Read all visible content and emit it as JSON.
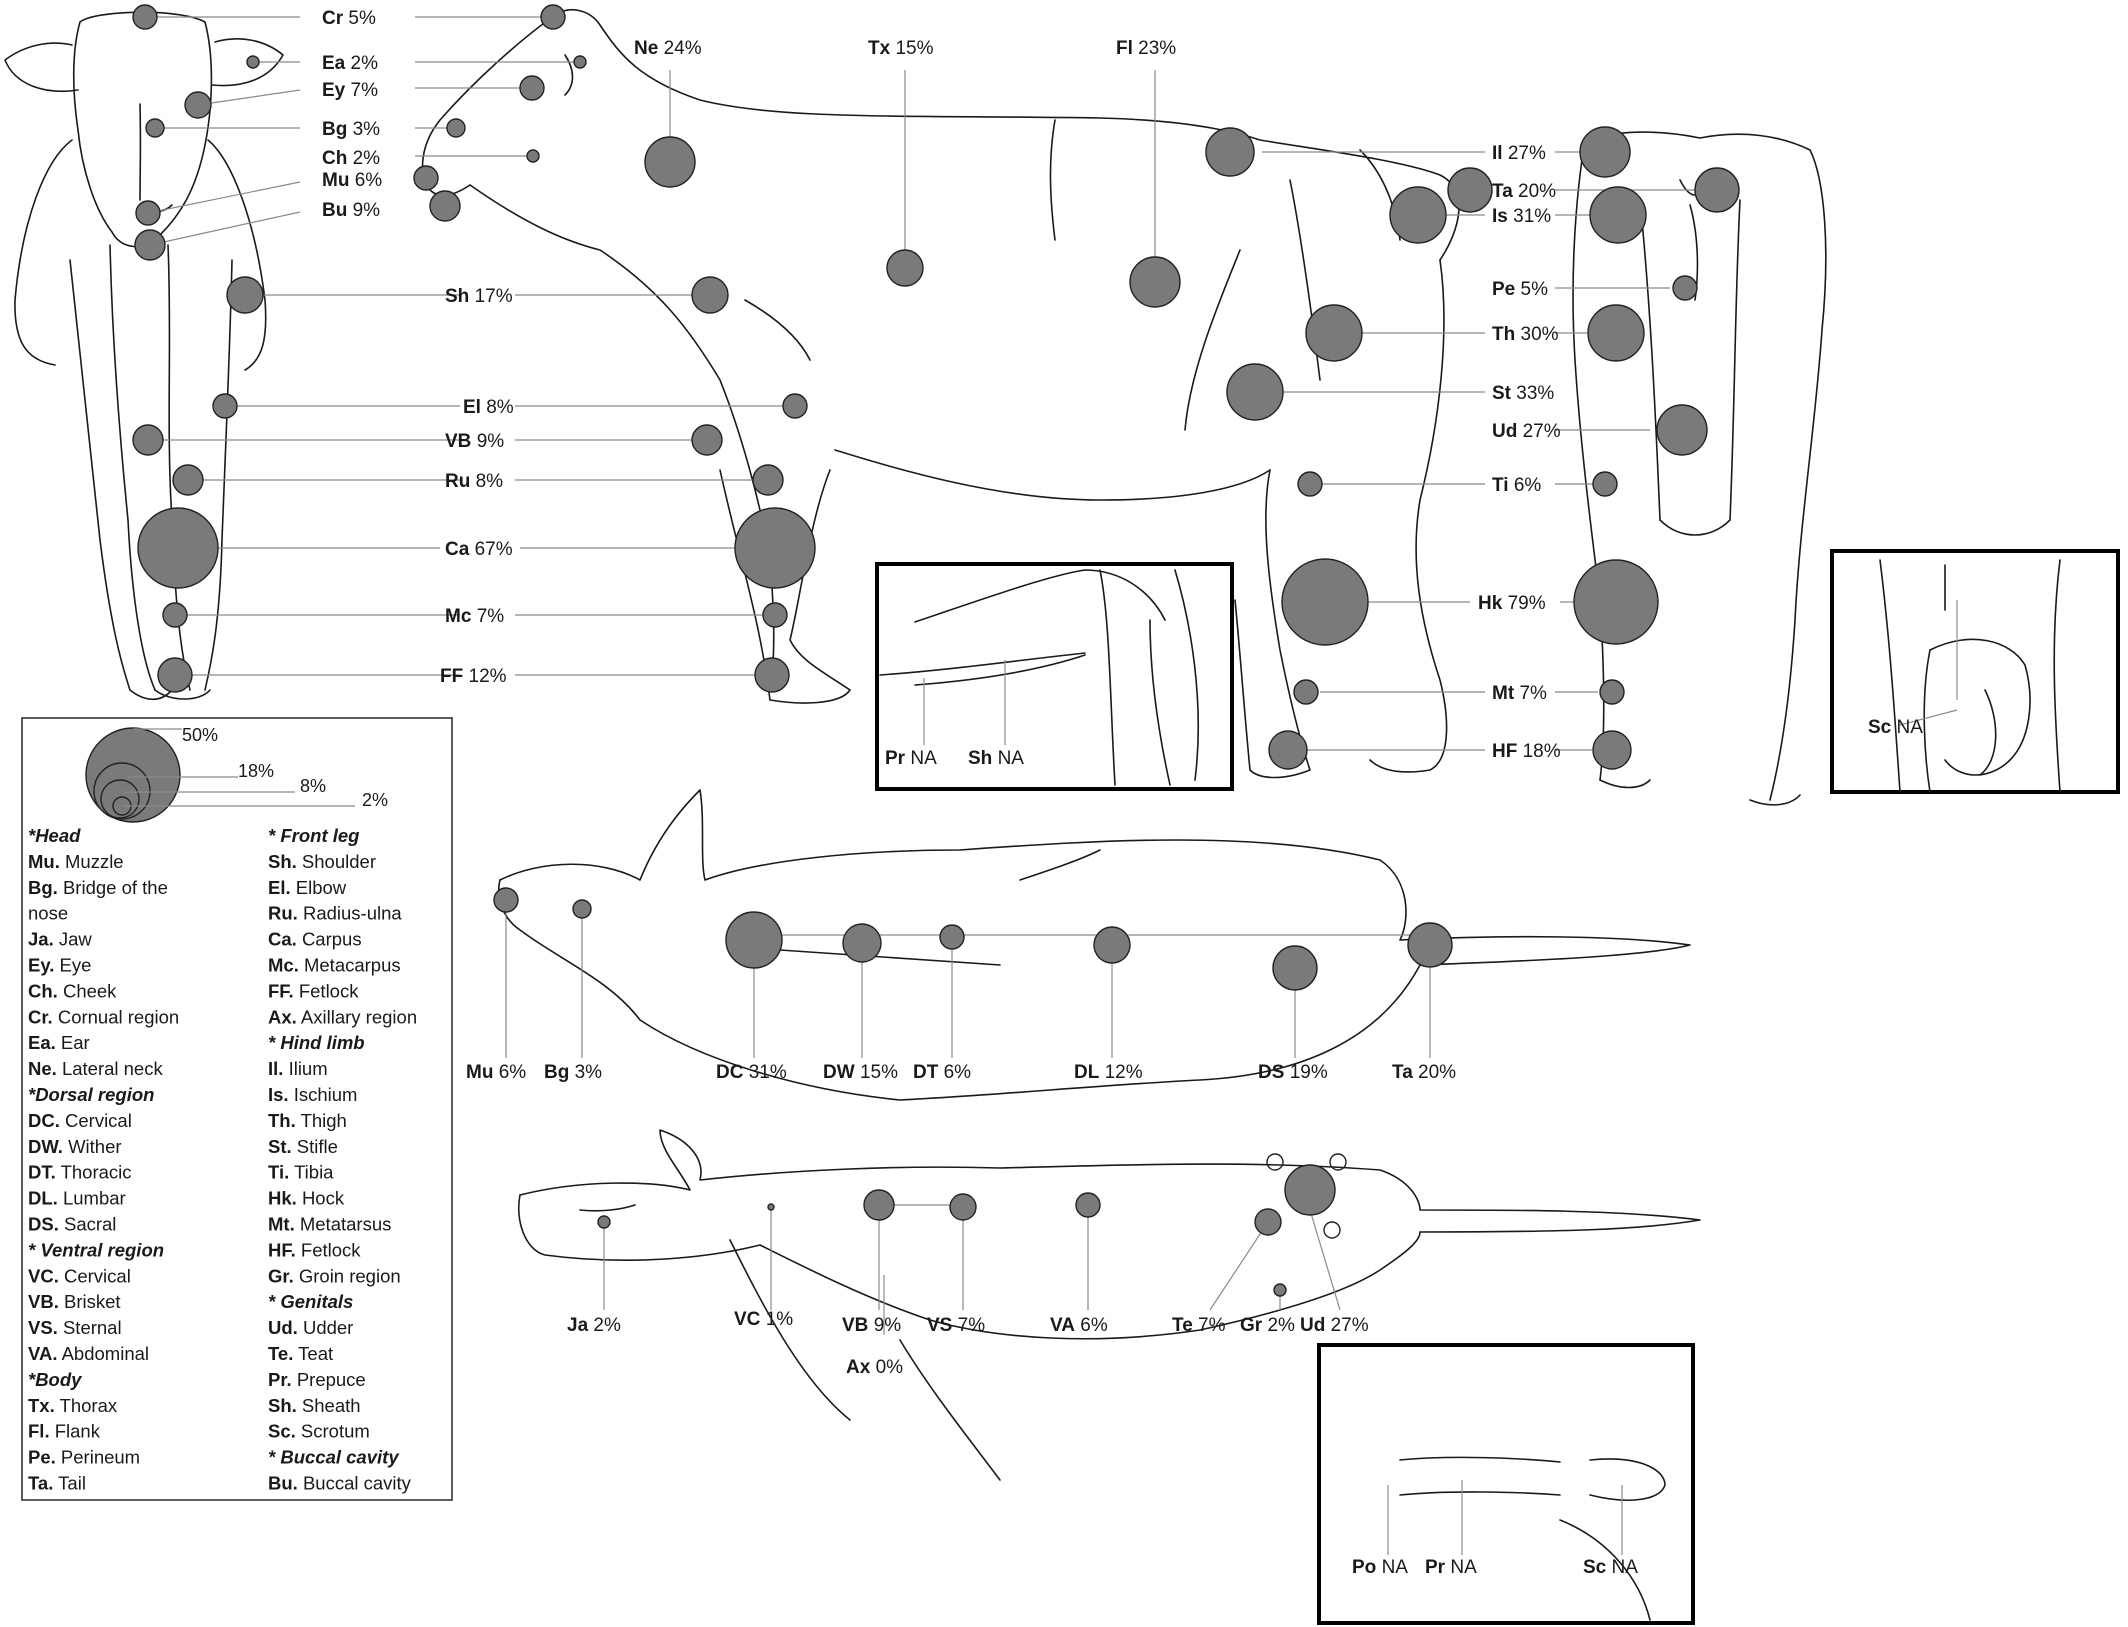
{
  "colors": {
    "site_fill": "#7a7a7a",
    "outline": "#1a1a1a",
    "leader": "#8a8a8a"
  },
  "labels": {
    "front_Cr": {
      "code": "Cr",
      "value": "5%"
    },
    "front_Ea": {
      "code": "Ea",
      "value": "2%"
    },
    "front_Ey": {
      "code": "Ey",
      "value": "7%"
    },
    "front_Bg": {
      "code": "Bg",
      "value": "3%"
    },
    "front_Ch": {
      "code": "Ch",
      "value": "2%"
    },
    "front_Mu": {
      "code": "Mu",
      "value": "6%"
    },
    "front_Bu": {
      "code": "Bu",
      "value": "9%"
    },
    "side_Ne": {
      "code": "Ne",
      "value": "24%"
    },
    "side_Tx": {
      "code": "Tx",
      "value": "15%"
    },
    "side_Fl": {
      "code": "Fl",
      "value": "23%"
    },
    "side_Sh": {
      "code": "Sh",
      "value": "17%"
    },
    "side_El": {
      "code": "El",
      "value": "8%"
    },
    "side_VB": {
      "code": "VB",
      "value": "9%"
    },
    "side_Ru": {
      "code": "Ru",
      "value": "8%"
    },
    "side_Ca": {
      "code": "Ca",
      "value": "67%"
    },
    "side_Mc": {
      "code": "Mc",
      "value": "7%"
    },
    "side_FF": {
      "code": "FF",
      "value": "12%"
    },
    "rear_Il": {
      "code": "Il",
      "value": "27%"
    },
    "rear_Ta": {
      "code": "Ta",
      "value": "20%"
    },
    "rear_Is": {
      "code": "Is",
      "value": "31%"
    },
    "rear_Pe": {
      "code": "Pe",
      "value": "5%"
    },
    "rear_Th": {
      "code": "Th",
      "value": "30%"
    },
    "rear_St": {
      "code": "St",
      "value": "33%"
    },
    "rear_Ud": {
      "code": "Ud",
      "value": "27%"
    },
    "rear_Ti": {
      "code": "Ti",
      "value": "6%"
    },
    "rear_Hk": {
      "code": "Hk",
      "value": "79%"
    },
    "rear_Mt": {
      "code": "Mt",
      "value": "7%"
    },
    "rear_HF": {
      "code": "HF",
      "value": "18%"
    },
    "inset1_Pr": {
      "code": "Pr",
      "value": "NA"
    },
    "inset1_Sh": {
      "code": "Sh",
      "value": "NA"
    },
    "inset2_Sc": {
      "code": "Sc",
      "value": "NA"
    },
    "dorsal_Mu": {
      "code": "Mu",
      "value": "6%"
    },
    "dorsal_Bg": {
      "code": "Bg",
      "value": "3%"
    },
    "dorsal_DC": {
      "code": "DC",
      "value": "31%"
    },
    "dorsal_DW": {
      "code": "DW",
      "value": "15%"
    },
    "dorsal_DT": {
      "code": "DT",
      "value": "6%"
    },
    "dorsal_DL": {
      "code": "DL",
      "value": "12%"
    },
    "dorsal_DS": {
      "code": "DS",
      "value": "19%"
    },
    "dorsal_Ta": {
      "code": "Ta",
      "value": "20%"
    },
    "ventral_Ja": {
      "code": "Ja",
      "value": "2%"
    },
    "ventral_VC": {
      "code": "VC",
      "value": "1%"
    },
    "ventral_VB": {
      "code": "VB",
      "value": "9%"
    },
    "ventral_Ax": {
      "code": "Ax",
      "value": "0%"
    },
    "ventral_VS": {
      "code": "VS",
      "value": "7%"
    },
    "ventral_VA": {
      "code": "VA",
      "value": "6%"
    },
    "ventral_Te": {
      "code": "Te",
      "value": "7%"
    },
    "ventral_Gr": {
      "code": "Gr",
      "value": "2%"
    },
    "ventral_Ud": {
      "code": "Ud",
      "value": "27%"
    },
    "inset3_Po": {
      "code": "Po",
      "value": "NA"
    },
    "inset3_Pr": {
      "code": "Pr",
      "value": "NA"
    },
    "inset3_Sc": {
      "code": "Sc",
      "value": "NA"
    }
  },
  "legend": {
    "scale": [
      "50%",
      "18%",
      "8%",
      "2%"
    ],
    "col1": [
      {
        "head": "*Head"
      },
      {
        "code": "Mu.",
        "name": "Muzzle"
      },
      {
        "code": "Bg.",
        "name": "Bridge of the"
      },
      {
        "code": "",
        "name": "nose"
      },
      {
        "code": "Ja.",
        "name": "Jaw"
      },
      {
        "code": "Ey.",
        "name": "Eye"
      },
      {
        "code": "Ch.",
        "name": "Cheek"
      },
      {
        "code": "Cr.",
        "name": "Cornual region"
      },
      {
        "code": "Ea.",
        "name": "Ear"
      },
      {
        "code": "Ne.",
        "name": "Lateral neck"
      },
      {
        "head": "*Dorsal region"
      },
      {
        "code": "DC.",
        "name": "Cervical"
      },
      {
        "code": "DW.",
        "name": "Wither"
      },
      {
        "code": "DT.",
        "name": "Thoracic"
      },
      {
        "code": "DL.",
        "name": "Lumbar"
      },
      {
        "code": "DS.",
        "name": "Sacral"
      },
      {
        "head": "* Ventral region"
      },
      {
        "code": "VC.",
        "name": "Cervical"
      },
      {
        "code": "VB.",
        "name": "Brisket"
      },
      {
        "code": "VS.",
        "name": "Sternal"
      },
      {
        "code": "VA.",
        "name": "Abdominal"
      },
      {
        "head": "*Body"
      },
      {
        "code": "Tx.",
        "name": "Thorax"
      },
      {
        "code": "Fl.",
        "name": "Flank"
      },
      {
        "code": "Pe.",
        "name": "Perineum"
      },
      {
        "code": "Ta.",
        "name": "Tail"
      }
    ],
    "col2": [
      {
        "head": "* Front leg"
      },
      {
        "code": "Sh.",
        "name": "Shoulder"
      },
      {
        "code": "El.",
        "name": "Elbow"
      },
      {
        "code": "Ru.",
        "name": "Radius-ulna"
      },
      {
        "code": "Ca.",
        "name": "Carpus"
      },
      {
        "code": "Mc.",
        "name": "Metacarpus"
      },
      {
        "code": "FF.",
        "name": "Fetlock"
      },
      {
        "code": "Ax.",
        "name": "Axillary region"
      },
      {
        "head": "* Hind limb"
      },
      {
        "code": "Il.",
        "name": "Ilium"
      },
      {
        "code": "Is.",
        "name": "Ischium"
      },
      {
        "code": "Th.",
        "name": "Thigh"
      },
      {
        "code": "St.",
        "name": "Stifle"
      },
      {
        "code": "Ti.",
        "name": "Tibia"
      },
      {
        "code": "Hk.",
        "name": "Hock"
      },
      {
        "code": "Mt.",
        "name": "Metatarsus"
      },
      {
        "code": "HF.",
        "name": "Fetlock"
      },
      {
        "code": "Gr.",
        "name": "Groin region"
      },
      {
        "head": "* Genitals"
      },
      {
        "code": "Ud.",
        "name": "Udder"
      },
      {
        "code": "Te.",
        "name": "Teat"
      },
      {
        "code": "Pr.",
        "name": "Prepuce"
      },
      {
        "code": "Sh.",
        "name": "Sheath"
      },
      {
        "code": "Sc.",
        "name": "Scrotum"
      },
      {
        "head": "* Buccal cavity"
      },
      {
        "code": "Bu.",
        "name": "Buccal cavity"
      }
    ]
  }
}
